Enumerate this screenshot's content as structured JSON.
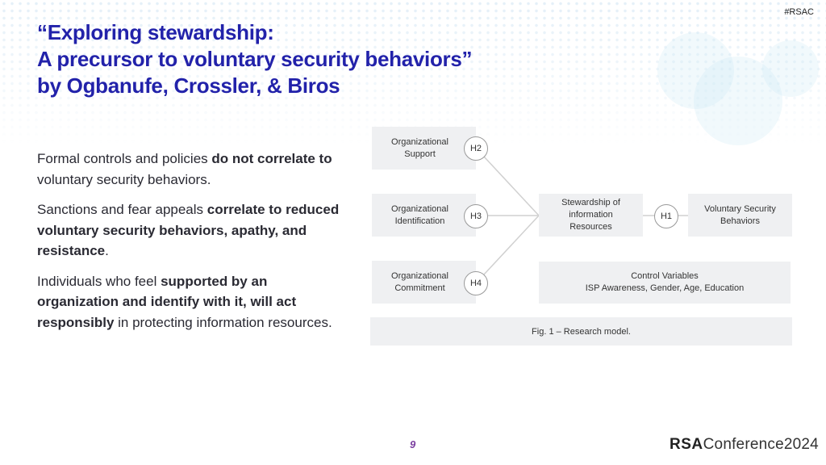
{
  "header": {
    "hashtag": "#RSAC",
    "title_lines": [
      "“Exploring stewardship:",
      "A precursor to voluntary security behaviors”",
      "by Ogbanufe, Crossler, & Biros"
    ]
  },
  "body": {
    "paragraphs": [
      {
        "segments": [
          {
            "text": "Formal controls and policies ",
            "bold": false
          },
          {
            "text": "do not correlate to",
            "bold": true
          },
          {
            "text": " voluntary security behaviors.",
            "bold": false
          }
        ]
      },
      {
        "segments": [
          {
            "text": "Sanctions and fear appeals ",
            "bold": false
          },
          {
            "text": "correlate to reduced voluntary security behaviors, apathy, and resistance",
            "bold": true
          },
          {
            "text": ".",
            "bold": false
          }
        ]
      },
      {
        "segments": [
          {
            "text": "Individuals who feel ",
            "bold": false
          },
          {
            "text": "supported by an organization and identify with it, will act responsibly",
            "bold": true
          },
          {
            "text": " in protecting information resources.",
            "bold": false
          }
        ]
      }
    ]
  },
  "diagram": {
    "antecedents": [
      {
        "label_line1": "Organizational",
        "label_line2": "Support",
        "hypothesis": "H2"
      },
      {
        "label_line1": "Organizational",
        "label_line2": "Identification",
        "hypothesis": "H3"
      },
      {
        "label_line1": "Organizational",
        "label_line2": "Commitment",
        "hypothesis": "H4"
      }
    ],
    "mediator": {
      "line1": "Stewardship of",
      "line2": "information",
      "line3": "Resources"
    },
    "h1": "H1",
    "outcome": {
      "line1": "Voluntary Security",
      "line2": "Behaviors"
    },
    "controls": {
      "line1": "Control Variables",
      "line2": "ISP Awareness, Gender, Age, Education"
    },
    "caption": "Fig. 1 – Research model.",
    "colors": {
      "box_fill": "#eff0f2",
      "line": "#d0d0d0",
      "circle_border": "#9a9a9a"
    }
  },
  "footer": {
    "page_number": "9",
    "logo_bold": "RSA",
    "logo_rest": "Conference",
    "logo_year": "2024"
  },
  "colors": {
    "title": "#2222aa",
    "body_text": "#2a2a33",
    "page_number": "#7b3fa0"
  }
}
